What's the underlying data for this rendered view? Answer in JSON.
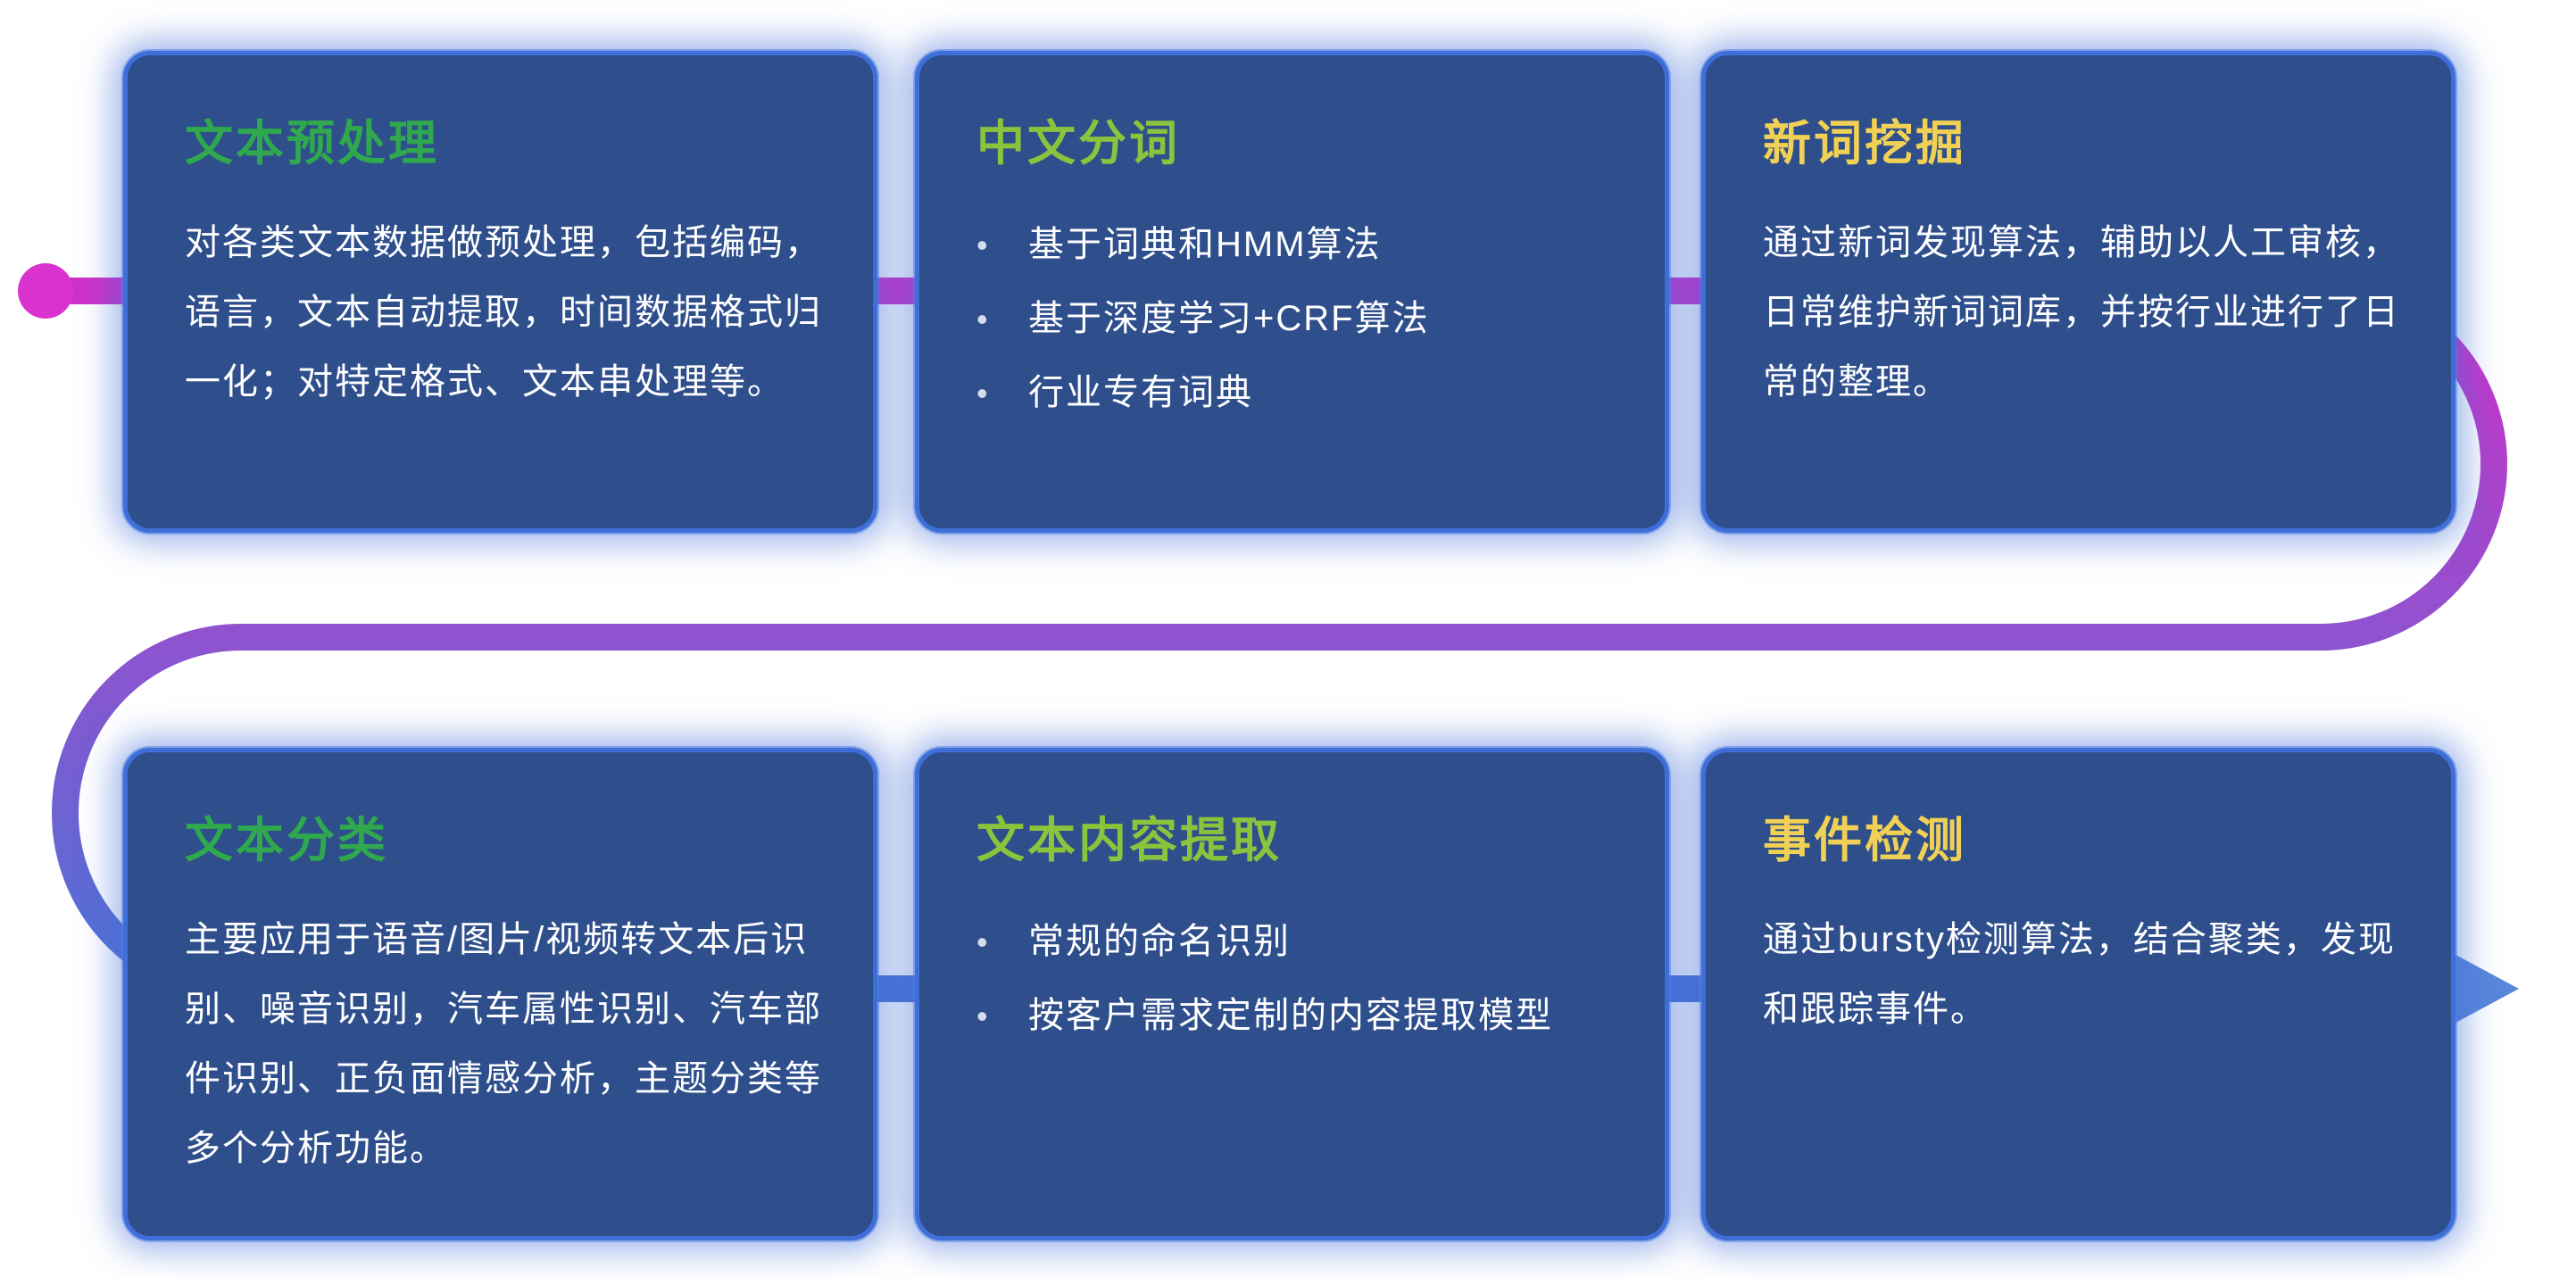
{
  "flow": {
    "dot_color": "#d932ce",
    "color_start": "#d32fc7",
    "color_mid": "#9052cf",
    "color_end": "#4a74d6",
    "arrow_color": "#5a86da"
  },
  "card_style": {
    "background": "#2e4e8c",
    "border_glow": "#3f6ed8",
    "body_text_color": "#ffffff"
  },
  "cards": [
    {
      "title": "文本预处理",
      "title_color": "#2fa84e",
      "body": "对各类文本数据做预处理，包括编码，语言，文本自动提取，时间数据格式归一化；对特定格式、文本串处理等。"
    },
    {
      "title": "中文分词",
      "title_color": "#8ac43d",
      "bullets": [
        "基于词典和HMM算法",
        "基于深度学习+CRF算法",
        "行业专有词典"
      ]
    },
    {
      "title": "新词挖掘",
      "title_color": "#f0d155",
      "body": "通过新词发现算法，辅助以人工审核，日常维护新词词库，并按行业进行了日常的整理。"
    },
    {
      "title": "文本分类",
      "title_color": "#2fa84e",
      "body": "主要应用于语音/图片/视频转文本后识别、噪音识别，汽车属性识别、汽车部件识别、正负面情感分析，主题分类等多个分析功能。"
    },
    {
      "title": "文本内容提取",
      "title_color": "#8ac43d",
      "bullets": [
        "常规的命名识别",
        "按客户需求定制的内容提取模型"
      ]
    },
    {
      "title": "事件检测",
      "title_color": "#f0d155",
      "body": "通过bursty检测算法，结合聚类，发现和跟踪事件。"
    }
  ]
}
